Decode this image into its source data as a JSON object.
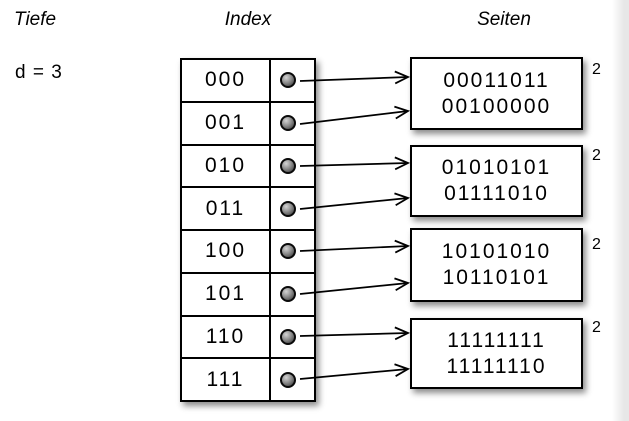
{
  "header": {
    "depth_label": "Tiefe",
    "depth_value": "d = 3",
    "index_label": "Index",
    "pages_label": "Seiten"
  },
  "index_rows": [
    "000",
    "001",
    "010",
    "011",
    "100",
    "101",
    "110",
    "111"
  ],
  "pages": [
    {
      "lines": [
        "00011011",
        "00100000"
      ],
      "local_depth": "2"
    },
    {
      "lines": [
        "01010101",
        "01111010"
      ],
      "local_depth": "2"
    },
    {
      "lines": [
        "10101010",
        "10110101"
      ],
      "local_depth": "2"
    },
    {
      "lines": [
        "11111111",
        "11111110"
      ],
      "local_depth": "2"
    }
  ],
  "links": [
    {
      "from": "000",
      "to_page": 1
    },
    {
      "from": "001",
      "to_page": 1
    },
    {
      "from": "010",
      "to_page": 2
    },
    {
      "from": "011",
      "to_page": 2
    },
    {
      "from": "100",
      "to_page": 3
    },
    {
      "from": "101",
      "to_page": 3
    },
    {
      "from": "110",
      "to_page": 4
    },
    {
      "from": "111",
      "to_page": 4
    }
  ],
  "colors": {
    "stroke": "#000000",
    "box_background": "#ffffff",
    "pointer_dot": "#8e8e8e",
    "right_margin_strip": "#e7e7e7"
  }
}
